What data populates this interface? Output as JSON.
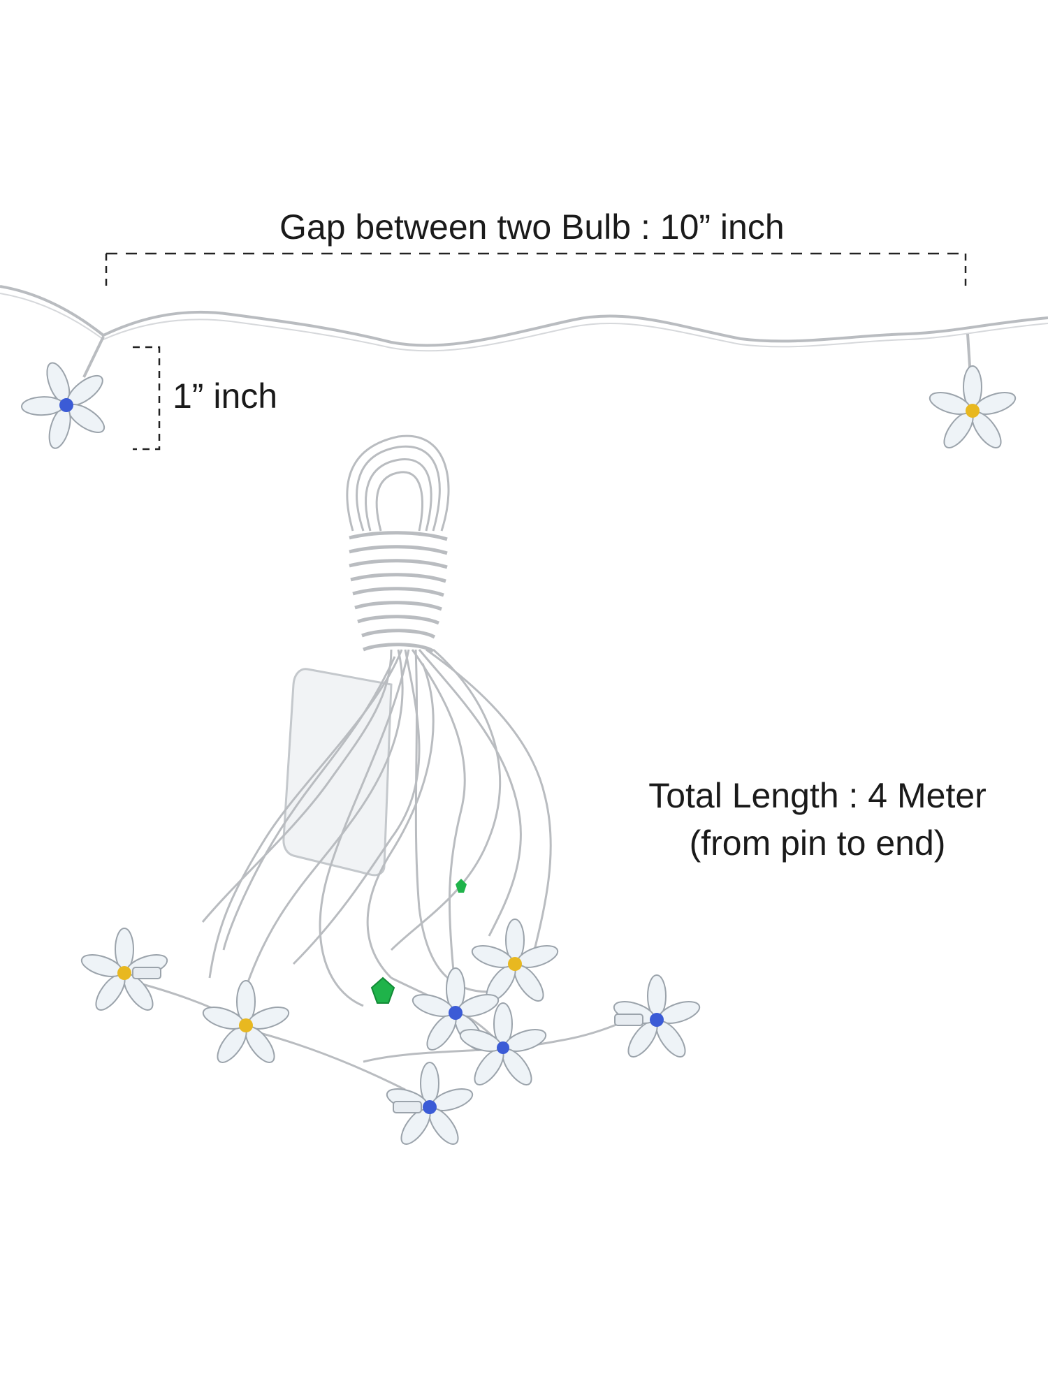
{
  "annotations": {
    "gap_label": "Gap between two Bulb : 10” inch",
    "height_label": "1” inch",
    "total_length_label": "Total Length : 4 Meter",
    "total_length_note": "(from pin to end)"
  },
  "colors": {
    "wire": "#b9bcc0",
    "wire_dark": "#8d9096",
    "petal": "#eef3f7",
    "petal_edge": "#9ba3ab",
    "led_blue": "#3b5bd6",
    "led_yellow": "#e8b820",
    "led_green": "#1fb34a",
    "text": "#1a1a1a"
  }
}
